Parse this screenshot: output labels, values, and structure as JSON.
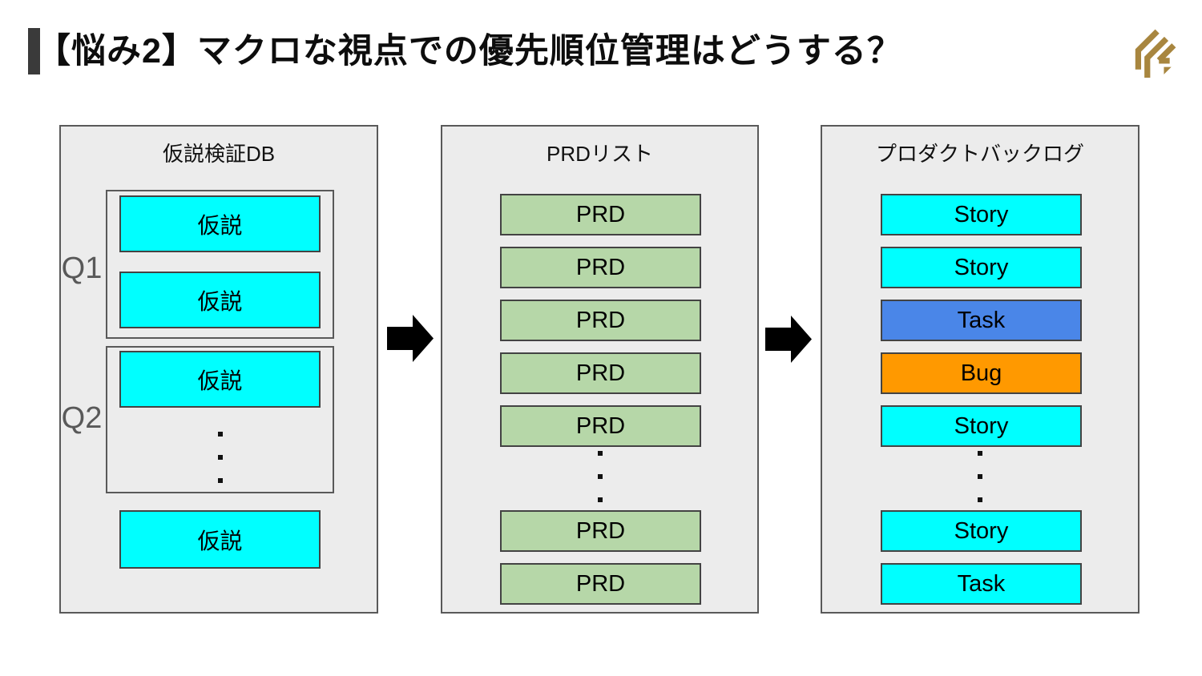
{
  "header": {
    "title": "【悩み2】マクロな視点での優先順位管理はどうする？"
  },
  "colors": {
    "accent_bar": "#3A3A3A",
    "panel_bg": "#ECECEC",
    "panel_border": "#595959",
    "cyan": "#00FFFF",
    "green": "#B6D7A8",
    "blue": "#4A86E8",
    "orange": "#FF9900",
    "arrow": "#000000",
    "logo_gold": "#A8863F"
  },
  "panels": {
    "hypothesis_db": {
      "title": "仮説検証DB",
      "quarters": [
        {
          "label": "Q1",
          "items": [
            "仮説",
            "仮説"
          ],
          "ellipsis": false
        },
        {
          "label": "Q2",
          "items": [
            "仮説"
          ],
          "ellipsis": true
        }
      ],
      "unassigned_item": "仮説"
    },
    "prd_list": {
      "title": "PRDリスト",
      "items_top": [
        "PRD",
        "PRD",
        "PRD",
        "PRD",
        "PRD"
      ],
      "ellipsis": true,
      "items_bottom": [
        "PRD",
        "PRD"
      ]
    },
    "product_backlog": {
      "title": "プロダクトバックログ",
      "items_top": [
        {
          "label": "Story",
          "color": "#00FFFF"
        },
        {
          "label": "Story",
          "color": "#00FFFF"
        },
        {
          "label": "Task",
          "color": "#4A86E8"
        },
        {
          "label": "Bug",
          "color": "#FF9900"
        },
        {
          "label": "Story",
          "color": "#00FFFF"
        }
      ],
      "ellipsis": true,
      "items_bottom": [
        {
          "label": "Story",
          "color": "#00FFFF"
        },
        {
          "label": "Task",
          "color": "#00FFFF"
        }
      ]
    }
  }
}
